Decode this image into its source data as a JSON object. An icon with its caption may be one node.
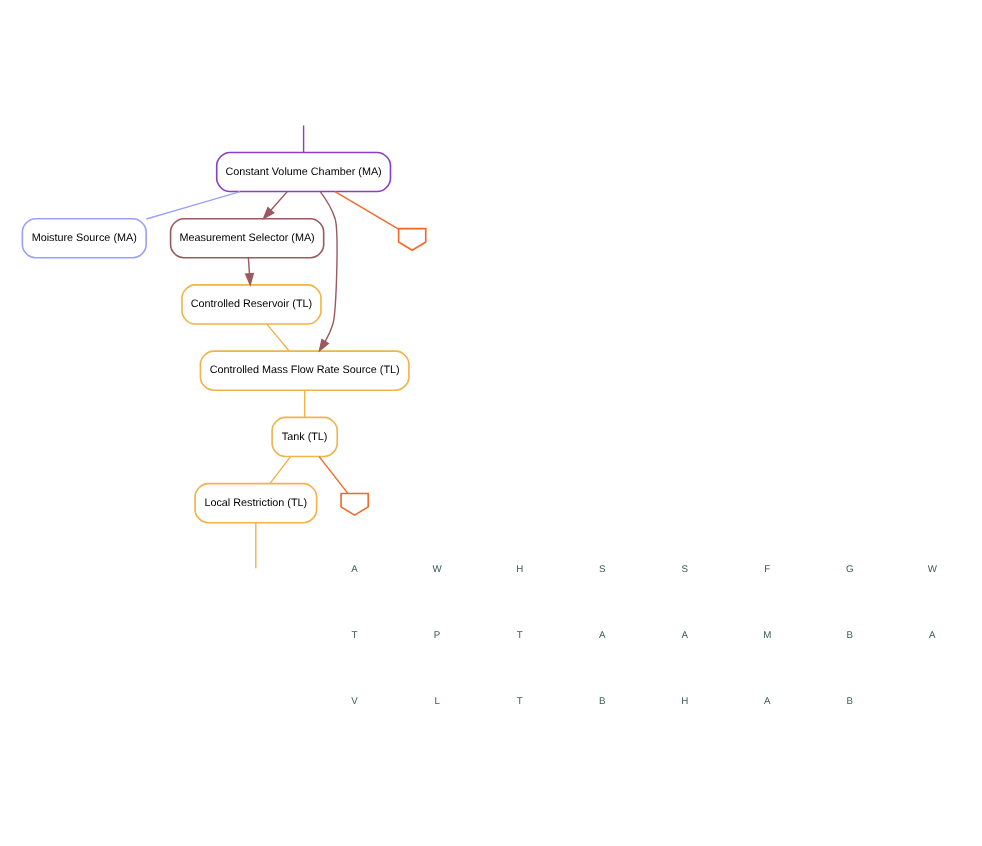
{
  "diagram": {
    "nodes": [
      {
        "text": [
          "Constant Volume Chamber (MA)"
        ]
      },
      {
        "text": [
          "Moisture Source (MA)"
        ]
      },
      {
        "text": [
          "Measurement Selector (MA)"
        ]
      },
      {
        "text": [
          "Controlled Reservoir (TL)"
        ]
      },
      {
        "text": [
          "Controlled Mass Flow Rate Source (TL)"
        ]
      },
      {
        "text": [
          "Tank (TL)"
        ]
      },
      {
        "text": [
          "Local Restriction (TL)"
        ]
      },
      {
        "text": [],
        "shape": "ground"
      },
      {
        "text": [],
        "shape": "ground"
      }
    ],
    "edges": [
      {
        "from": null,
        "to": 0,
        "arrow": "none",
        "color": "#8a3fc8"
      },
      {
        "from": 0,
        "to": 1,
        "arrow": "none",
        "color": "#9aa0ff"
      },
      {
        "from": 0,
        "to": 7,
        "arrow": "none",
        "color": "#f06a2a"
      },
      {
        "from": 0,
        "to": 2,
        "arrow": "to",
        "color": "#9b5a5f"
      },
      {
        "from": 2,
        "to": 3,
        "arrow": "to",
        "color": "#9b5a5f"
      },
      {
        "from": 0,
        "to": 4,
        "arrow": "to",
        "color": "#9b5a5f"
      },
      {
        "from": 3,
        "to": 4,
        "arrow": "none",
        "color": "#f0b44a"
      },
      {
        "from": 4,
        "to": 5,
        "arrow": "none",
        "color": "#f0b44a"
      },
      {
        "from": 5,
        "to": 6,
        "arrow": "none",
        "color": "#f0b44a"
      },
      {
        "from": 5,
        "to": 8,
        "arrow": "none",
        "color": "#f06a2a"
      },
      {
        "from": 6,
        "to": null,
        "arrow": "none",
        "color": "#f0b44a"
      }
    ],
    "labels": [
      "A",
      "W",
      "H",
      "S",
      "S",
      "F",
      "G",
      "W",
      "T",
      "P",
      "T",
      "A",
      "A",
      "M",
      "B",
      "A",
      "V",
      "L",
      "T",
      "B",
      "H",
      "A",
      "B"
    ]
  }
}
